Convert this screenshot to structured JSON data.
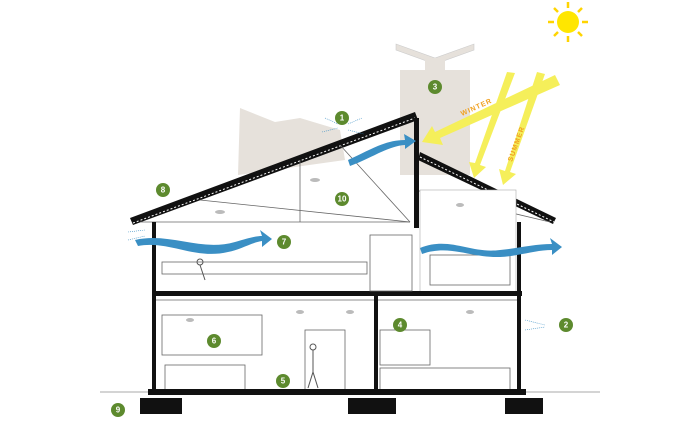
{
  "diagram": {
    "callouts": [
      "1",
      "2",
      "3",
      "4",
      "5",
      "6",
      "7",
      "8",
      "9",
      "10"
    ],
    "sun_rays": {
      "winter": "WINTER",
      "summer": "SUMMER"
    },
    "colors": {
      "badge": "#5d8a2e",
      "air_flow": "#3a8fc4",
      "sun": "#ffe600",
      "ray": "#f5ef5a",
      "structure": "#111111",
      "tall_mass": "#e6e1db"
    }
  }
}
